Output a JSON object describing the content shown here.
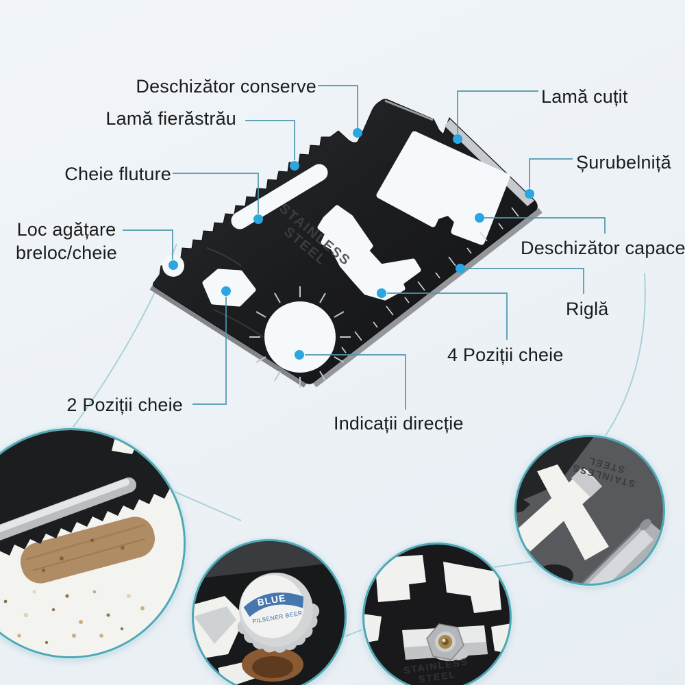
{
  "callouts": {
    "can_opener": "Deschizător conserve",
    "saw_blade": "Lamă fierăstrău",
    "butterfly_wrench": "Cheie fluture",
    "keychain_line1": "Loc agățare",
    "keychain_line2": "breloc/cheie",
    "knife_blade": "Lamă cuțit",
    "screwdriver": "Șurubelniță",
    "cap_opener": "Deschizător capace",
    "ruler": "Riglă",
    "wrench_4_positions": "4 Poziții cheie",
    "wrench_2_positions": "2 Poziții cheie",
    "direction_indicator": "Indicații direcție"
  },
  "engraving": {
    "line1": "STAINLESS",
    "line2": "STEEL"
  },
  "bottle_cap": {
    "brand": "BLUE",
    "subtitle": "PILSENER BEER"
  },
  "colors": {
    "callout_dot": "#2aa7e0",
    "leader_line": "#4f96ad",
    "detail_ring": "#4fa8b6",
    "card_black": "#1b1c1e",
    "background": "#eef3f7"
  }
}
